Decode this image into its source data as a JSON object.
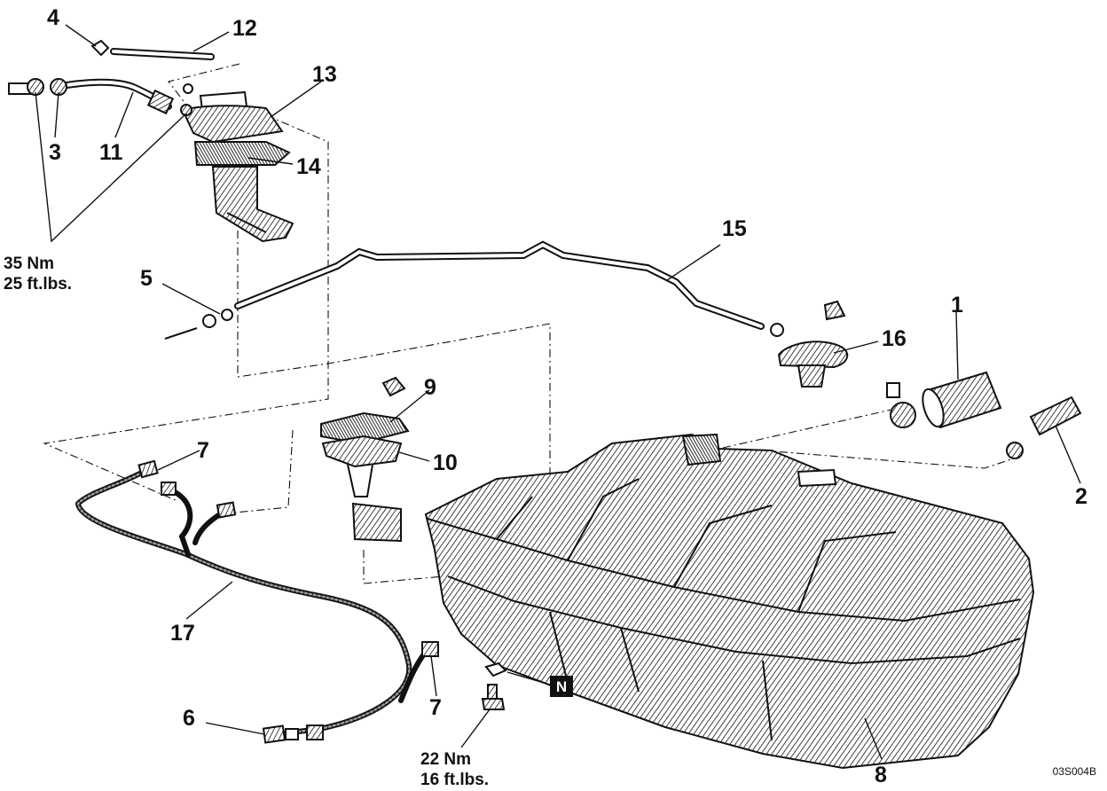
{
  "callouts": {
    "c1": "1",
    "c2": "2",
    "c3": "3",
    "c4": "4",
    "c5": "5",
    "c6": "6",
    "c7a": "7",
    "c7b": "7",
    "c8": "8",
    "c9": "9",
    "c10": "10",
    "c11": "11",
    "c12": "12",
    "c13": "13",
    "c14": "14",
    "c15": "15",
    "c16": "16",
    "c17": "17"
  },
  "torque_specs": [
    {
      "metric": "35 Nm",
      "imperial": "25 ft.lbs."
    },
    {
      "metric": "22 Nm",
      "imperial": "16 ft.lbs."
    }
  ],
  "badge": "N",
  "figure_id": "03S004B",
  "colors": {
    "ink": "#111111",
    "paper": "#ffffff",
    "shade": "#9a9a9a"
  }
}
